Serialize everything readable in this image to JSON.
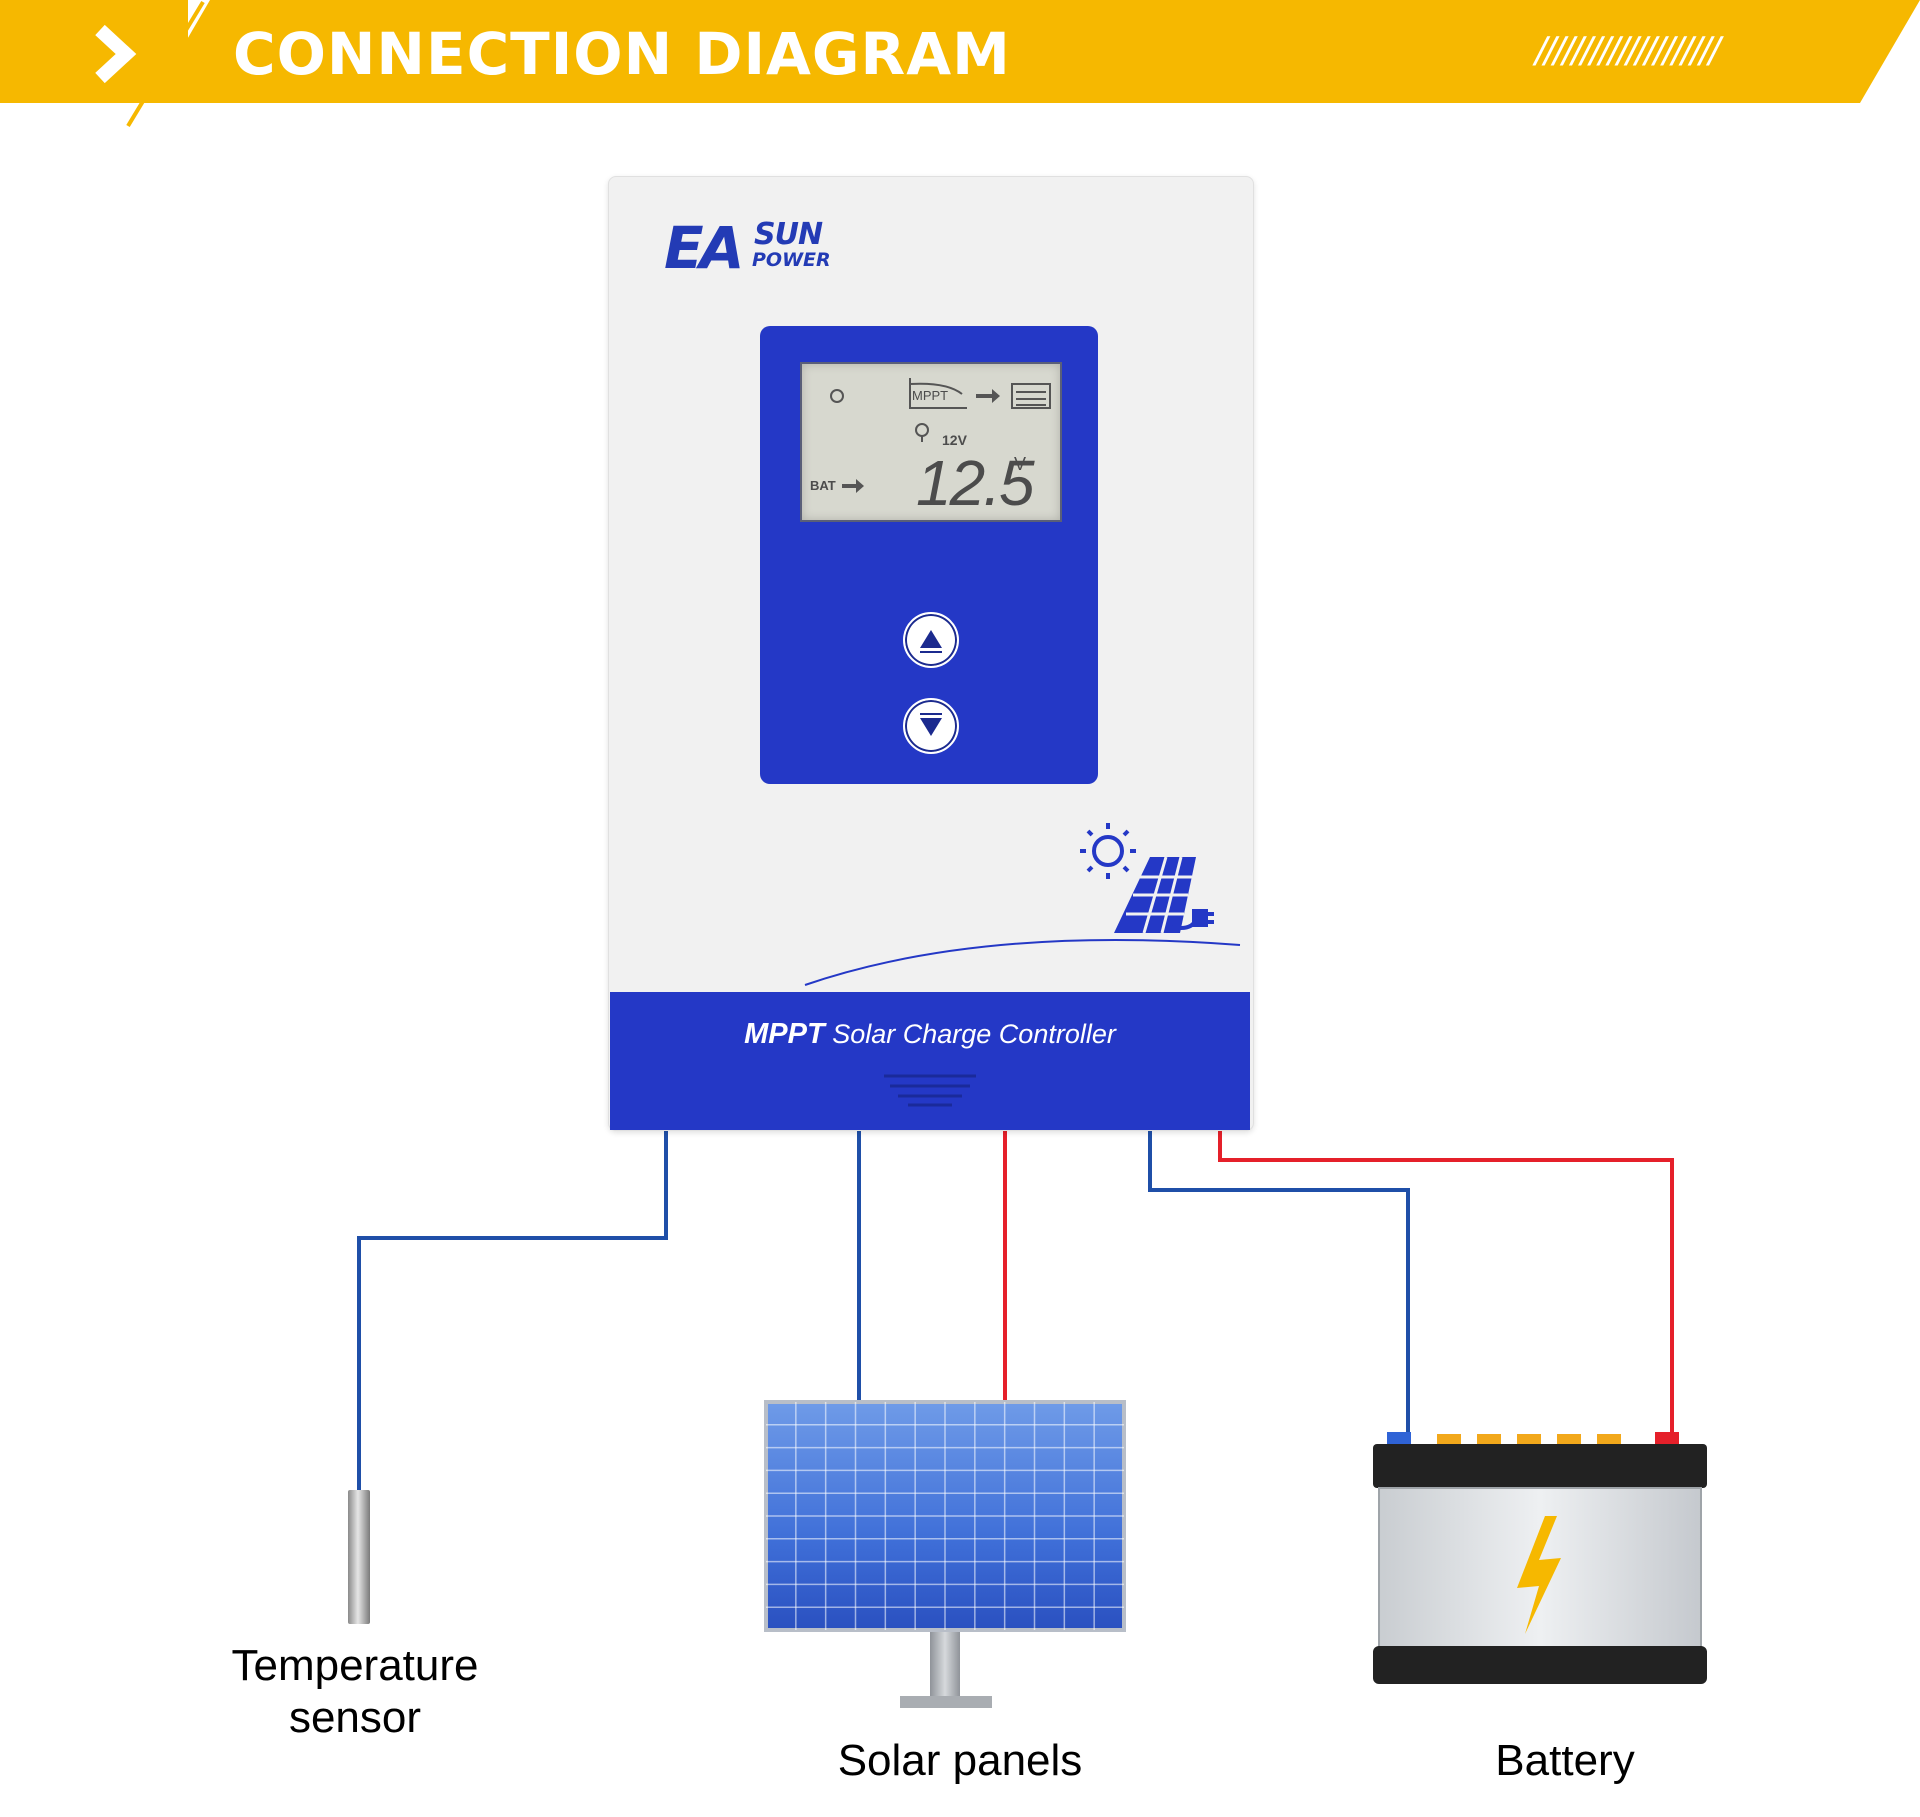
{
  "header": {
    "title": "CONNECTION DIAGRAM",
    "decoration": "////////////////////",
    "accent_color": "#f6b800"
  },
  "controller": {
    "brand_main": "EA",
    "brand_sun": "SUN",
    "brand_power": "POWER",
    "product_bold": "MPPT",
    "product_rest": "Solar Charge Controller",
    "body_color": "#2438c6",
    "lcd": {
      "mppt_label": "MPPT",
      "system_voltage": "12V",
      "reading": "12.5",
      "unit": "V",
      "bat_label": "BAT"
    },
    "buttons": [
      "up-button",
      "down-button"
    ]
  },
  "components": {
    "temperature_sensor_label": "Temperature\nsensor",
    "solar_panels_label": "Solar panels",
    "battery_label": "Battery"
  },
  "wires": {
    "negative_color": "#1f4fa8",
    "positive_color": "#e5202a"
  }
}
